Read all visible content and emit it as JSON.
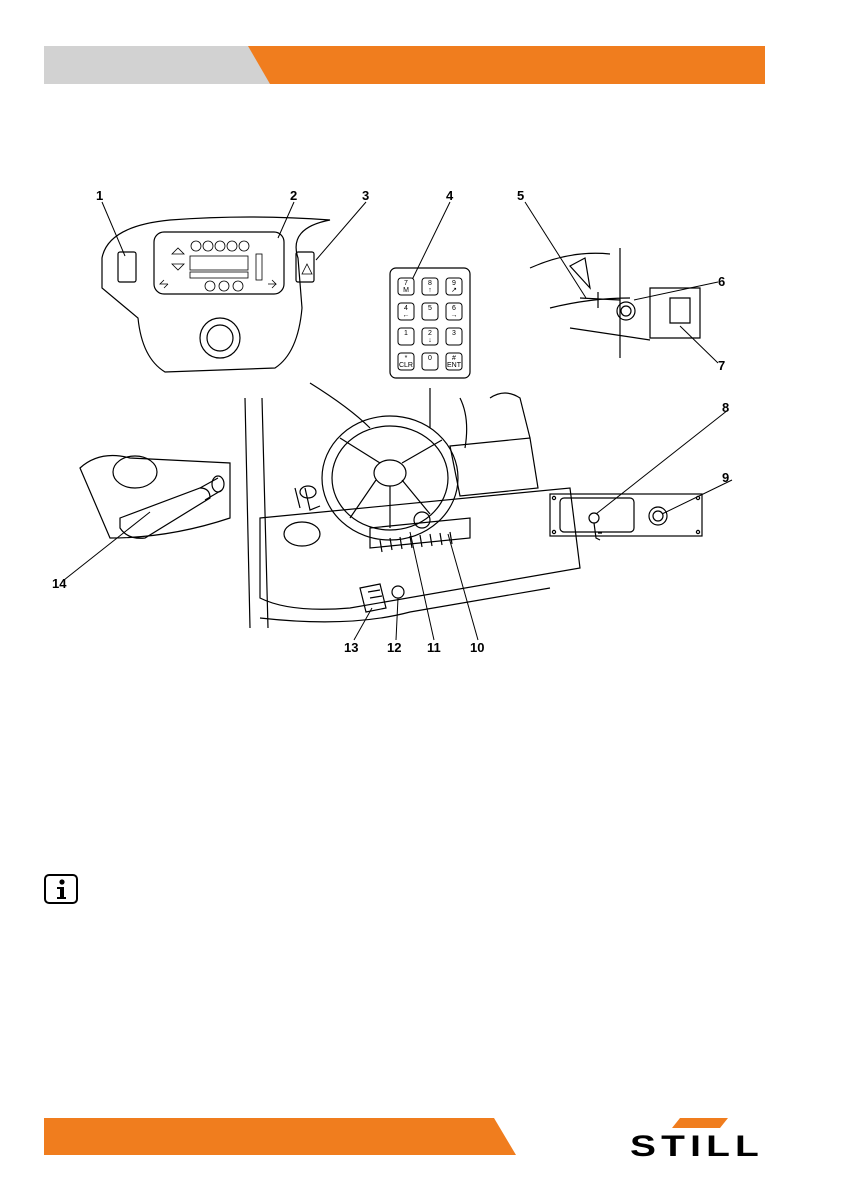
{
  "brand": {
    "name": "STILL",
    "accent": "#f07d1e",
    "grey": "#d2d2d2"
  },
  "figure": {
    "callouts": [
      "1",
      "2",
      "3",
      "4",
      "5",
      "6",
      "7",
      "8",
      "9",
      "10",
      "11",
      "12",
      "13",
      "14"
    ],
    "keypad": [
      {
        "digit": "7",
        "sub": "M"
      },
      {
        "digit": "8",
        "sub": "↑"
      },
      {
        "digit": "9",
        "sub": "↗"
      },
      {
        "digit": "4",
        "sub": "←"
      },
      {
        "digit": "5",
        "sub": ""
      },
      {
        "digit": "6",
        "sub": "→"
      },
      {
        "digit": "1",
        "sub": ""
      },
      {
        "digit": "2",
        "sub": "↓"
      },
      {
        "digit": "3",
        "sub": ""
      },
      {
        "digit": "*",
        "sub": "CLR"
      },
      {
        "digit": "0",
        "sub": ""
      },
      {
        "digit": "#",
        "sub": "ENT"
      }
    ]
  },
  "icons": {
    "info": "info-icon"
  }
}
